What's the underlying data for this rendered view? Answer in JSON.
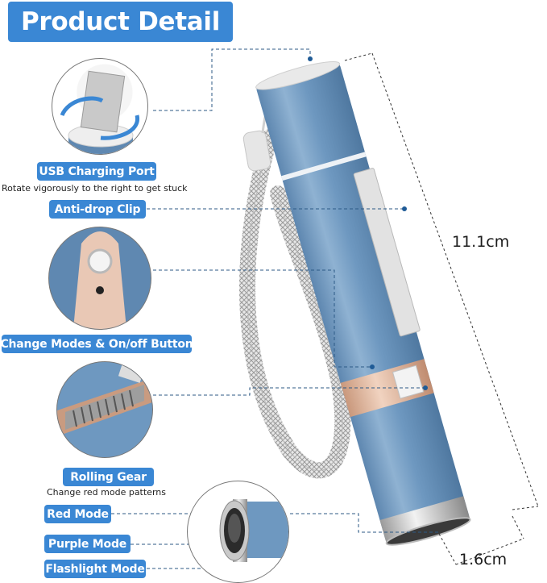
{
  "header": {
    "title": "Product Detail"
  },
  "callouts": [
    {
      "id": "usb",
      "label": "USB Charging Port",
      "note": "Rotate vigorously to the right to get stuck"
    },
    {
      "id": "clip",
      "label": "Anti-drop Clip"
    },
    {
      "id": "button",
      "label": "Change Modes & On/off Button"
    },
    {
      "id": "gear",
      "label": "Rolling Gear",
      "note": "Change red mode patterns"
    },
    {
      "id": "red",
      "label": "Red Mode"
    },
    {
      "id": "purple",
      "label": "Purple Mode"
    },
    {
      "id": "flashlight",
      "label": "Flashlight Mode"
    }
  ],
  "dimensions": {
    "length": "11.1cm",
    "diameter": "1.6cm"
  },
  "colors": {
    "accent": "#3a87d4",
    "body": "#6f98bf",
    "rose_gold": "#e2b9a1",
    "silver": "#d9d9d9",
    "leader_line": "#2c5a86"
  }
}
